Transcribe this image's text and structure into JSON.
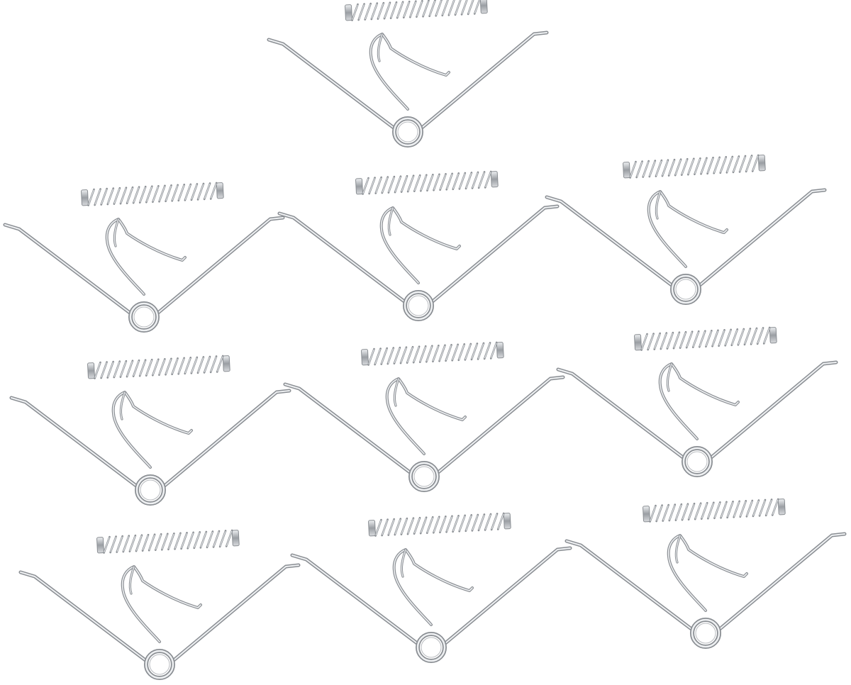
{
  "scene": {
    "background": "#ffffff",
    "subject": "spring-kit",
    "kit_count": 10,
    "kit_parts": [
      "torsion-spring",
      "compression-spring",
      "wire-clip"
    ],
    "colors": {
      "metal_dark": "#8a8e93",
      "metal_mid": "#b9bcc0",
      "metal_light": "#eef0f2"
    }
  }
}
